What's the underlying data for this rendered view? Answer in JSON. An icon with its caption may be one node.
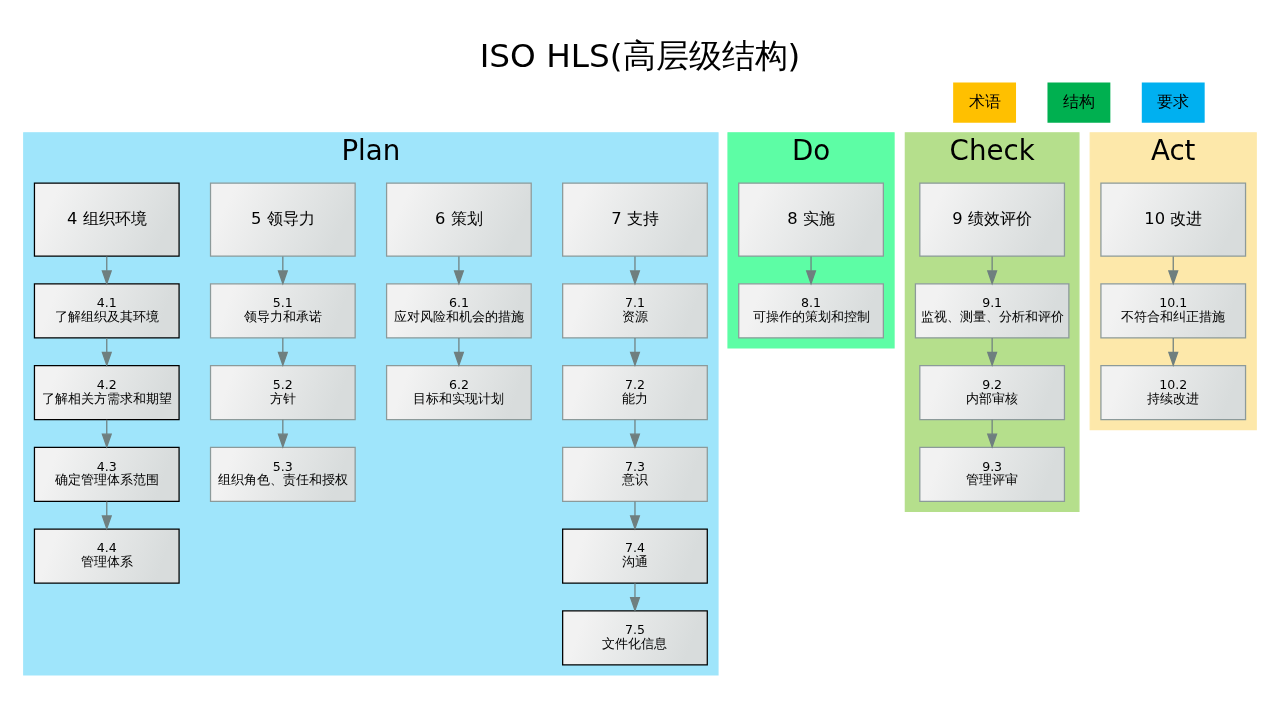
{
  "diagram": {
    "title": "ISO HLS(高层级结构)",
    "nodes": [
      {
        "text": [
          "Plan"
        ]
      },
      {
        "text": [
          "4 组织环境"
        ],
        "in": 0
      },
      {
        "text": [
          "4.1",
          "了解组织及其环境"
        ],
        "in": 0
      },
      {
        "text": [
          "4.2",
          "了解相关方需求和期望"
        ],
        "in": 0
      },
      {
        "text": [
          "4.3",
          "确定管理体系范围"
        ],
        "in": 0
      },
      {
        "text": [
          "4.4",
          "管理体系"
        ],
        "in": 0
      },
      {
        "text": [
          "5 领导力"
        ],
        "in": 0
      },
      {
        "text": [
          "5.1",
          "领导力和承诺"
        ],
        "in": 0
      },
      {
        "text": [
          "5.2",
          "方针"
        ],
        "in": 0
      },
      {
        "text": [
          "5.3",
          "组织角色、责任和授权"
        ],
        "in": 0
      },
      {
        "text": [
          "6 策划"
        ],
        "in": 0
      },
      {
        "text": [
          "6.1",
          "应对风险和机会的措施"
        ],
        "in": 0
      },
      {
        "text": [
          "6.2",
          "目标和实现计划"
        ],
        "in": 0
      },
      {
        "text": [
          "7 支持"
        ],
        "in": 0
      },
      {
        "text": [
          "7.1",
          "资源"
        ],
        "in": 0
      },
      {
        "text": [
          "7.2",
          "能力"
        ],
        "in": 0
      },
      {
        "text": [
          "7.3",
          "意识"
        ],
        "in": 0
      },
      {
        "text": [
          "7.4",
          "沟通"
        ],
        "in": 0
      },
      {
        "text": [
          "7.5",
          "文件化信息"
        ],
        "in": 0
      },
      {
        "text": [
          "Do"
        ]
      },
      {
        "text": [
          "8 实施"
        ],
        "in": 19
      },
      {
        "text": [
          "8.1",
          "可操作的策划和控制"
        ],
        "in": 19
      },
      {
        "text": [
          "Check"
        ]
      },
      {
        "text": [
          "9 绩效评价"
        ],
        "in": 22
      },
      {
        "text": [
          "9.1",
          "监视、测量、分析和评价"
        ],
        "in": 22
      },
      {
        "text": [
          "9.2",
          "内部审核"
        ],
        "in": 22
      },
      {
        "text": [
          "9.3",
          "管理评审"
        ],
        "in": 22
      },
      {
        "text": [
          "Act"
        ]
      },
      {
        "text": [
          "10 改进"
        ],
        "in": 27
      },
      {
        "text": [
          "10.1",
          "不符合和纠正措施"
        ],
        "in": 27
      },
      {
        "text": [
          "10.2",
          "持续改进"
        ],
        "in": 27
      }
    ],
    "edges": [
      {
        "from": 1,
        "to": 2,
        "arrow": "to"
      },
      {
        "from": 2,
        "to": 3,
        "arrow": "to"
      },
      {
        "from": 3,
        "to": 4,
        "arrow": "to"
      },
      {
        "from": 4,
        "to": 5,
        "arrow": "to"
      },
      {
        "from": 6,
        "to": 7,
        "arrow": "to"
      },
      {
        "from": 7,
        "to": 8,
        "arrow": "to"
      },
      {
        "from": 8,
        "to": 9,
        "arrow": "to"
      },
      {
        "from": 10,
        "to": 11,
        "arrow": "to"
      },
      {
        "from": 11,
        "to": 12,
        "arrow": "to"
      },
      {
        "from": 13,
        "to": 14,
        "arrow": "to"
      },
      {
        "from": 14,
        "to": 15,
        "arrow": "to"
      },
      {
        "from": 15,
        "to": 16,
        "arrow": "to"
      },
      {
        "from": 16,
        "to": 17,
        "arrow": "to"
      },
      {
        "from": 17,
        "to": 18,
        "arrow": "to"
      },
      {
        "from": 20,
        "to": 21,
        "arrow": "to"
      },
      {
        "from": 23,
        "to": 24,
        "arrow": "to"
      },
      {
        "from": 24,
        "to": 25,
        "arrow": "to"
      },
      {
        "from": 25,
        "to": 26,
        "arrow": "to"
      },
      {
        "from": 28,
        "to": 29,
        "arrow": "to"
      },
      {
        "from": 29,
        "to": 30,
        "arrow": "to"
      }
    ],
    "legend": [
      {
        "text": "术语",
        "color": "#ffc000"
      },
      {
        "text": "结构",
        "color": "#00b050"
      },
      {
        "text": "要求",
        "color": "#00b0f0"
      }
    ]
  }
}
